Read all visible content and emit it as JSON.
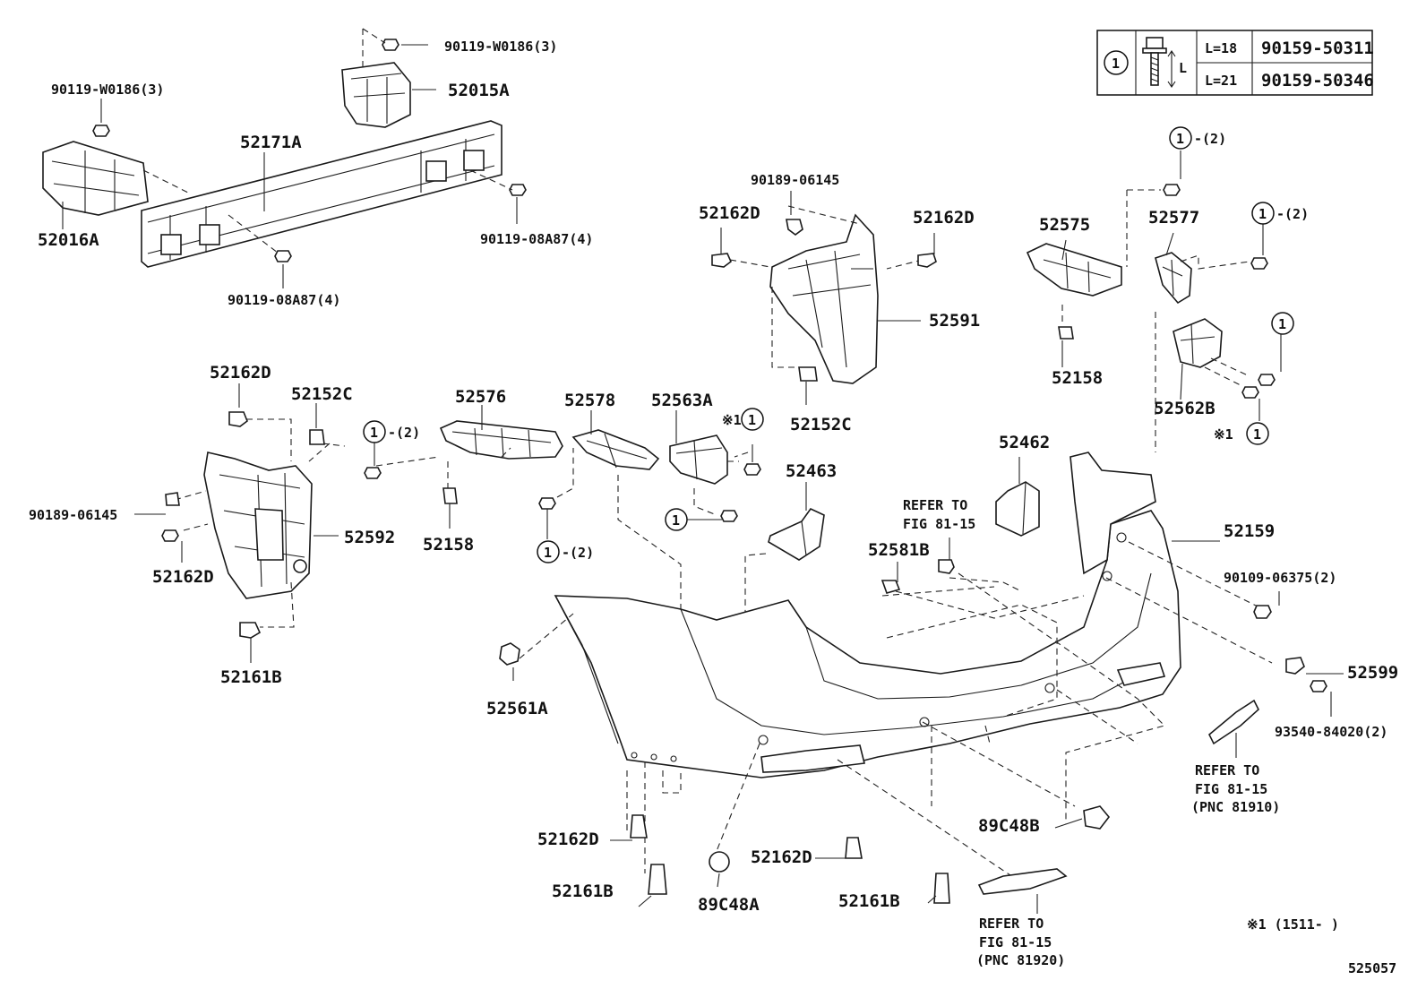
{
  "table": {
    "ref_mark": "1",
    "dim_label": "L",
    "rows": [
      {
        "length": "L=18",
        "part": "90159-50311"
      },
      {
        "length": "L=21",
        "part": "90159-50346"
      }
    ]
  },
  "labels": {
    "p90119_w0186_top": "90119-W0186(3)",
    "p90119_w0186_left": "90119-W0186(3)",
    "p52015a": "52015A",
    "p52171a": "52171A",
    "p52016a": "52016A",
    "p90119_08a87_right": "90119-08A87(4)",
    "p90119_08a87_bottom": "90119-08A87(4)",
    "p90189_06145_top": "90189-06145",
    "p52162d_a": "52162D",
    "p52162d_b": "52162D",
    "p52591": "52591",
    "p52152c_right": "52152C",
    "p52575": "52575",
    "p52577": "52577",
    "p52158_right": "52158",
    "p52562b": "52562B",
    "p52162d_c": "52162D",
    "p52152c_left": "52152C",
    "p52576": "52576",
    "p52578": "52578",
    "p52563a": "52563A",
    "p90189_06145_left": "90189-06145",
    "p52592": "52592",
    "p52162d_d": "52162D",
    "p52158_left": "52158",
    "p52161b_left": "52161B",
    "p52463": "52463",
    "p52462": "52462",
    "p52581b": "52581B",
    "p52159": "52159",
    "p90109_06375": "90109-06375(2)",
    "p52599": "52599",
    "p93540_84020": "93540-84020(2)",
    "p52561a": "52561A",
    "p52162d_e": "52162D",
    "p52161b_mid": "52161B",
    "p89c48a": "89C48A",
    "p52162d_f": "52162D",
    "p52161b_right": "52161B",
    "p89c48b": "89C48B"
  },
  "callouts": {
    "c1_qty2": "-(2)",
    "mark": "※1",
    "one": "1"
  },
  "refs": {
    "refer_to": "REFER TO",
    "fig": "FIG 81-15",
    "pnc_81910": "(PNC 81910)",
    "pnc_81920": "(PNC 81920)"
  },
  "footnote": "※1 (1511-        )",
  "diagram_id": "525057"
}
